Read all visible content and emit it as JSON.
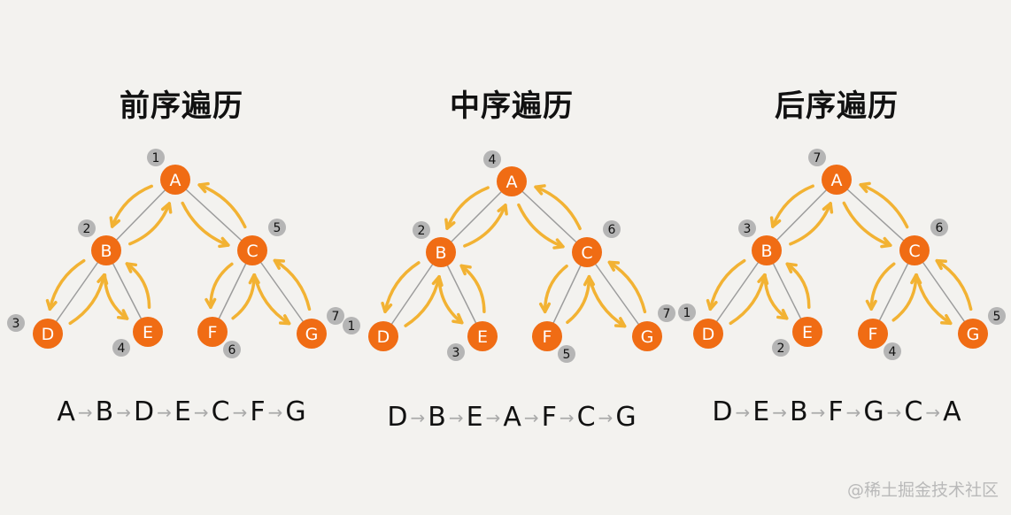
{
  "colors": {
    "node": "#f06c14",
    "arrow": "#f2b233",
    "edge": "#9c9c9c",
    "badge": "#b5b5b5"
  },
  "trees": [
    {
      "title": "前序遍历",
      "order": {
        "A": "1",
        "B": "2",
        "D": "3",
        "E": "4",
        "C": "5",
        "F": "6",
        "G": "7"
      },
      "sequence": [
        "A",
        "B",
        "D",
        "E",
        "C",
        "F",
        "G"
      ]
    },
    {
      "title": "中序遍历",
      "order": {
        "D": "1",
        "B": "2",
        "E": "3",
        "A": "4",
        "F": "5",
        "C": "6",
        "G": "7"
      },
      "sequence": [
        "D",
        "B",
        "E",
        "A",
        "F",
        "C",
        "G"
      ]
    },
    {
      "title": "后序遍历",
      "order": {
        "D": "1",
        "E": "2",
        "B": "3",
        "F": "4",
        "G": "5",
        "C": "6",
        "A": "7"
      },
      "sequence": [
        "D",
        "E",
        "B",
        "F",
        "G",
        "C",
        "A"
      ]
    }
  ],
  "nodes": [
    "A",
    "B",
    "C",
    "D",
    "E",
    "F",
    "G"
  ],
  "watermark": "@稀土掘金技术社区"
}
